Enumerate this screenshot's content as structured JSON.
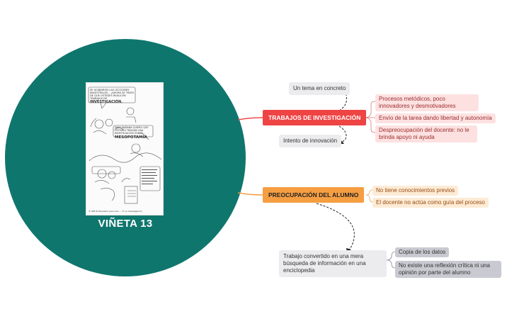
{
  "circle": {
    "color": "#0f766e",
    "title": "VIÑETA 13"
  },
  "comic": {
    "caption1": "SE ACABARON LAS LECCIONES MAGISTRALES... ¡AHORA SE TRATA DE QUE USTEDES REALICEN TRABAJOS DE",
    "caption1_em": "INVESTIGACIÓN.",
    "caption2": "PARA MAÑANA QUIERO QUE USTEDES TRAIGAN UNA INVESTIGACIÓN SOBRE...",
    "caption2_em": "MESOPOTAMIA",
    "credit": "© SPF El Educador Juan Luis ... © La Investigación"
  },
  "nodes": {
    "trabajos": "TRABAJOS DE INVESTIGACIÓN",
    "tema": "Un tema en concreto",
    "intento": "Intento de innovación",
    "procesos": "Procesos metódicos, poco innovadores y desmotivadores",
    "envio": "Envío de la tarea dando libertad y autonomía",
    "despreocupacion": "Despreocupación del docente: no le brinda apoyo ni ayuda",
    "preocupacion": "PREOCUPACIÓN DEL ALUMNO",
    "no_conocimientos": "No tiene conocimientos previos",
    "docente_no_actua": "El docente no actúa como guía del proceso",
    "trabajo_convertido": "Trabajo convertido en una mera búsqueda de información en una enciclopedia",
    "copia": "Copia de los datos",
    "no_reflexion": "No existe una reflexión crítica ni una opinión por parte del alumno"
  },
  "colors": {
    "red": "#ef4444",
    "orange": "#f59e42",
    "teal": "#0f766e"
  }
}
